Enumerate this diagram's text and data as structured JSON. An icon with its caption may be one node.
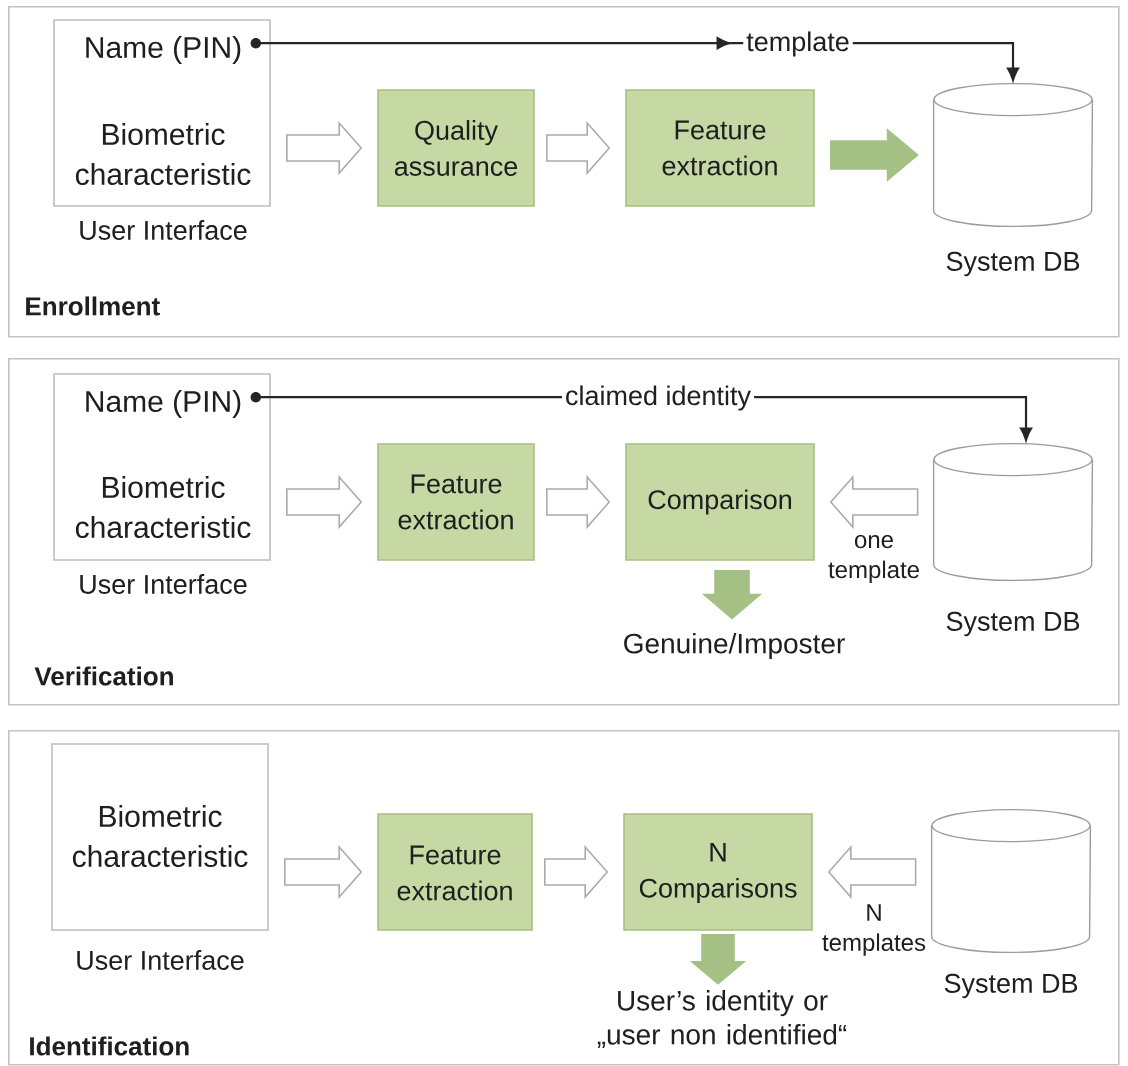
{
  "diagram": {
    "nodes": [
      {
        "text": [
          "Enrollment"
        ]
      },
      {
        "text": [
          "Name (PIN)",
          "Biometric characteristic"
        ],
        "beside": [
          "User Interface"
        ],
        "in": 0
      },
      {
        "text": [
          "Quality assurance"
        ],
        "in": 0
      },
      {
        "text": [
          "Feature extraction"
        ],
        "in": 0
      },
      {
        "text": [],
        "shape": "cylinder",
        "beside": [
          "System DB"
        ],
        "in": 0
      },
      {
        "text": [
          "Verification"
        ]
      },
      {
        "text": [
          "Name (PIN)",
          "Biometric characteristic"
        ],
        "beside": [
          "User Interface"
        ],
        "in": 5
      },
      {
        "text": [
          "Feature extraction"
        ],
        "in": 5
      },
      {
        "text": [
          "Comparison"
        ],
        "in": 5
      },
      {
        "text": [],
        "shape": "cylinder",
        "beside": [
          "System DB"
        ],
        "in": 5
      },
      {
        "text": [
          "Genuine/Imposter"
        ],
        "in": 5
      },
      {
        "text": [
          "Identification"
        ]
      },
      {
        "text": [
          "Biometric characteristic"
        ],
        "beside": [
          "User Interface"
        ],
        "in": 11
      },
      {
        "text": [
          "Feature extraction"
        ],
        "in": 11
      },
      {
        "text": [
          "N Comparisons"
        ],
        "in": 11
      },
      {
        "text": [],
        "shape": "cylinder",
        "beside": [
          "System DB"
        ],
        "in": 11
      },
      {
        "text": [
          "User’s identity or „user non identified“"
        ],
        "in": 11
      }
    ],
    "edges": [
      {
        "from": 1,
        "to": 4,
        "arrow": "to",
        "label": "template"
      },
      {
        "from": 1,
        "to": 2,
        "arrow": "to"
      },
      {
        "from": 2,
        "to": 3,
        "arrow": "to"
      },
      {
        "from": 3,
        "to": 4,
        "arrow": "to",
        "color": "#a5c084"
      },
      {
        "from": 6,
        "to": 9,
        "arrow": "to",
        "label": "claimed identity"
      },
      {
        "from": 6,
        "to": 7,
        "arrow": "to"
      },
      {
        "from": 7,
        "to": 8,
        "arrow": "to"
      },
      {
        "from": 9,
        "to": 8,
        "arrow": "to",
        "label": "one template"
      },
      {
        "from": 8,
        "to": 10,
        "arrow": "to",
        "color": "#a5c084"
      },
      {
        "from": 12,
        "to": 13,
        "arrow": "to"
      },
      {
        "from": 13,
        "to": 14,
        "arrow": "to"
      },
      {
        "from": 15,
        "to": 14,
        "arrow": "to",
        "label": "N templates"
      },
      {
        "from": 14,
        "to": 16,
        "arrow": "to",
        "color": "#a5c084"
      }
    ]
  }
}
